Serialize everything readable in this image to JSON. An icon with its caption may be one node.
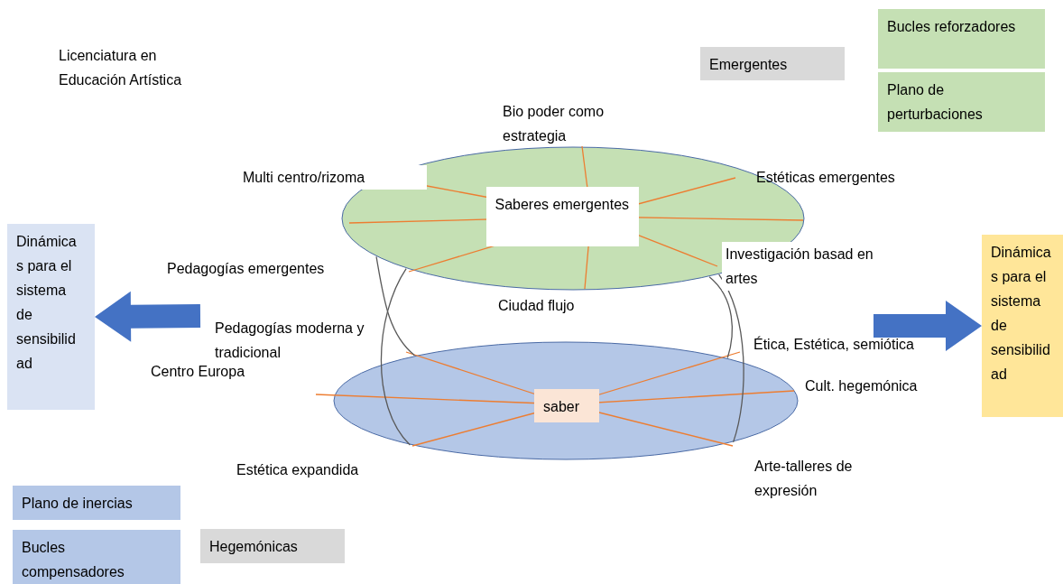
{
  "diagram": {
    "nodes": [
      {
        "text": [
          "Bucles reforzadores"
        ]
      },
      {
        "text": [
          "Emergentes"
        ]
      },
      {
        "text": [
          "Plano de perturbaciones"
        ]
      },
      {
        "text": [],
        "shape": "ellipse"
      },
      {
        "text": [
          "Saberes emergentes"
        ],
        "in": 3
      },
      {
        "text": [
          "Dinámicas para el sistema de sensibilidad"
        ]
      },
      {
        "text": [
          "Dinámicas para el sistema de sensibilidad"
        ]
      },
      {
        "text": [],
        "shape": "ellipse"
      },
      {
        "text": [
          "saber"
        ],
        "in": 7
      },
      {
        "text": [
          "Plano de inercias"
        ]
      },
      {
        "text": [
          "Bucles compensadores"
        ]
      },
      {
        "text": [
          "Hegemónicas"
        ]
      }
    ],
    "edges": [
      {
        "from": null,
        "to": 5,
        "arrow": "to",
        "style": "thick",
        "color": "#4472c4"
      },
      {
        "from": null,
        "to": 6,
        "arrow": "to",
        "style": "thick",
        "color": "#4472c4"
      },
      {
        "from": 3,
        "to": 7,
        "arrow": "none"
      },
      {
        "from": 3,
        "to": 7,
        "arrow": "none"
      },
      {
        "from": 3,
        "to": 7,
        "arrow": "none"
      },
      {
        "from": 3,
        "to": 7,
        "arrow": "none"
      }
    ],
    "labels": [
      "Licenciatura en Educación Artística",
      "Bio poder como estrategia",
      "Multi centro/rizoma",
      "Estéticas emergentes",
      "Investigación basad en artes",
      "Pedagogías emergentes",
      "Ciudad flujo",
      "Pedagogías moderna y tradicional",
      "Ética, Estética, semiótica",
      "Centro Europa",
      "Cult. hegemónica",
      "Estética expandida",
      "Arte-talleres de expresión"
    ]
  }
}
